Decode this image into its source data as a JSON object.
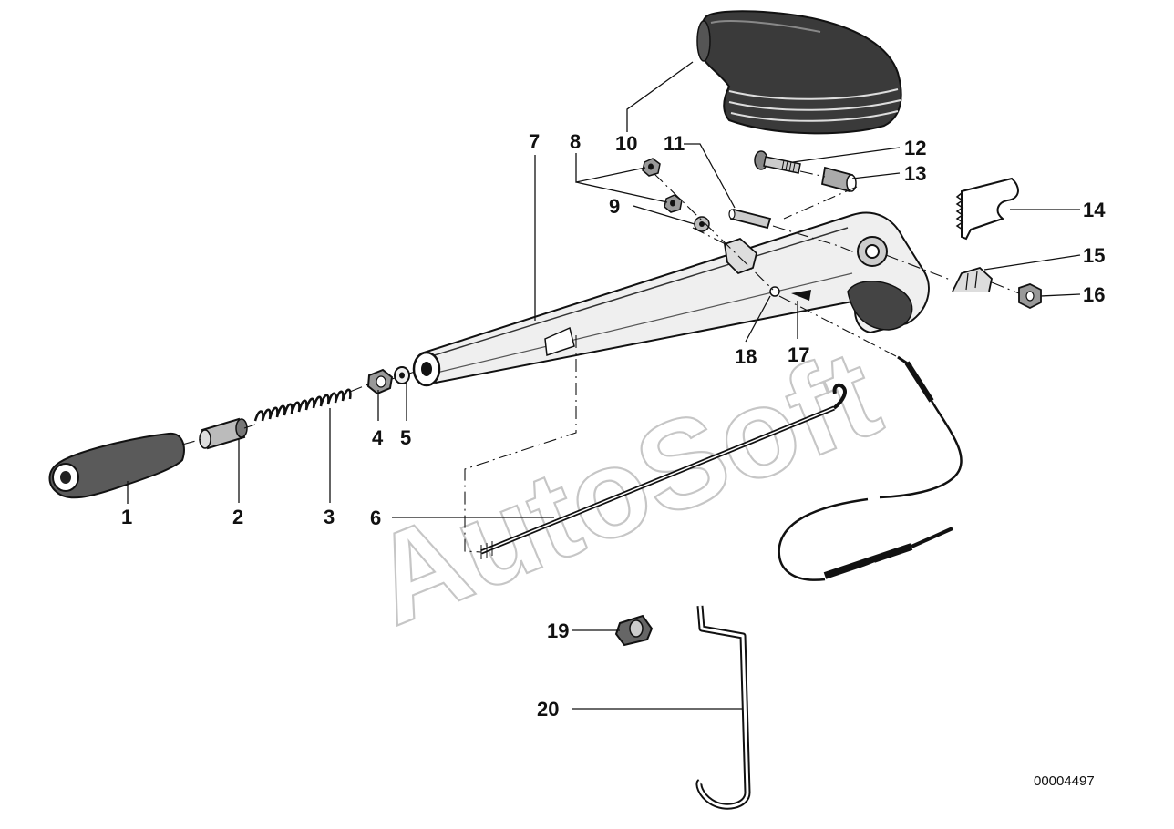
{
  "watermark": "AutoSoft",
  "diagram_code": "00004497",
  "labels": {
    "p1": "1",
    "p2": "2",
    "p3": "3",
    "p4": "4",
    "p5": "5",
    "p6": "6",
    "p7": "7",
    "p8": "8",
    "p9": "9",
    "p10": "10",
    "p11": "11",
    "p12": "12",
    "p13": "13",
    "p14": "14",
    "p15": "15",
    "p16": "16",
    "p17": "17",
    "p18": "18",
    "p19": "19",
    "p20": "20"
  }
}
